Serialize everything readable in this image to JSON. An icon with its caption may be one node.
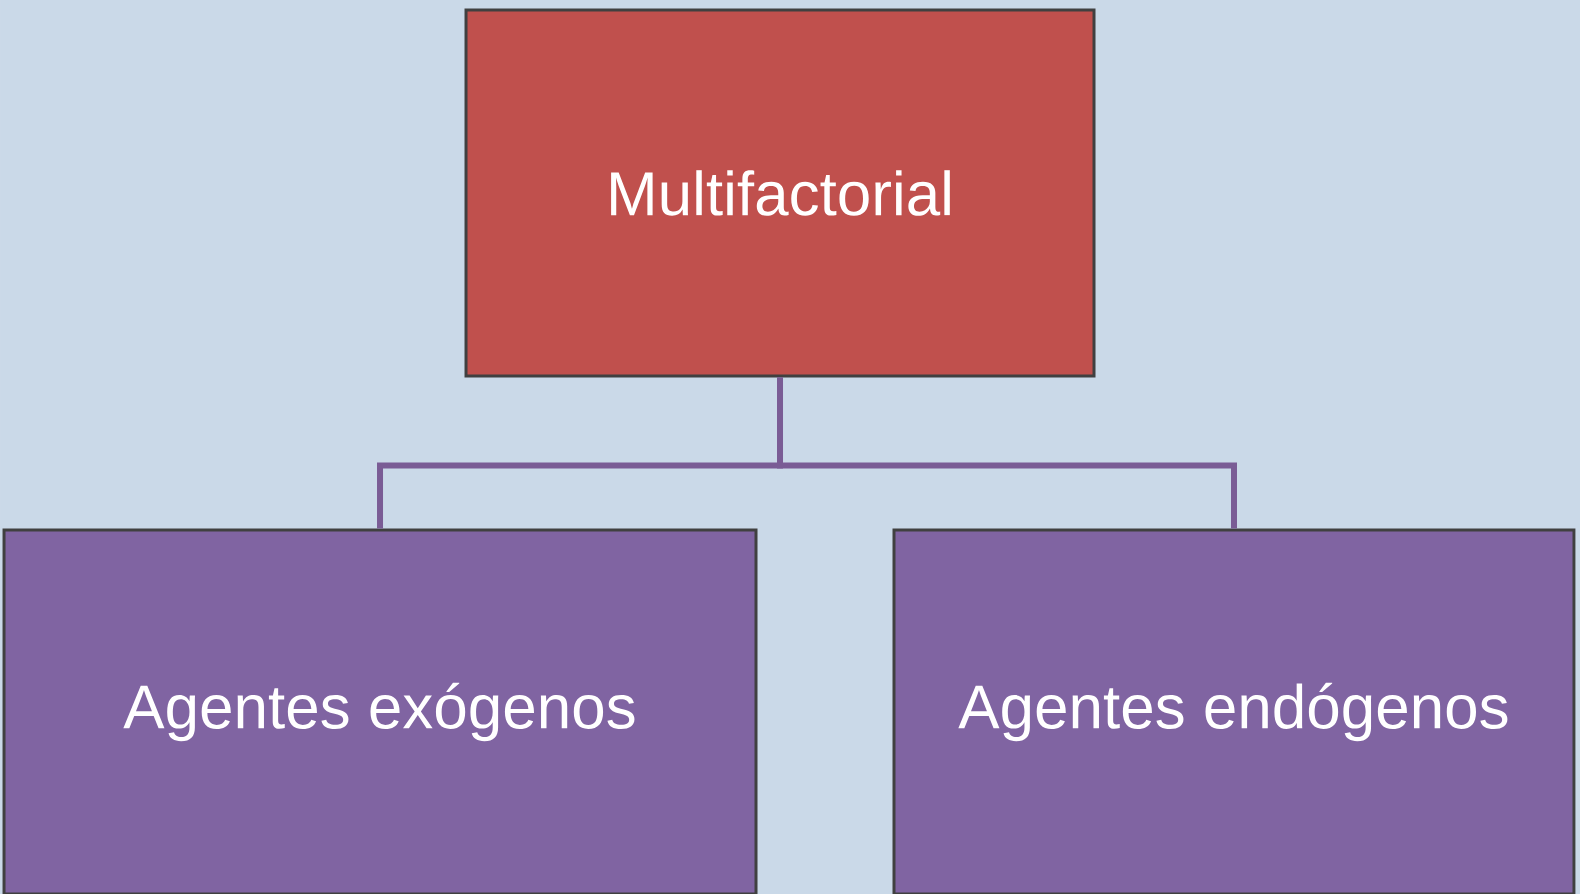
{
  "diagram": {
    "nodes": [
      {
        "text": [
          "Multifactorial"
        ]
      },
      {
        "text": [
          "Agentes exógenos"
        ]
      },
      {
        "text": [
          "Agentes endógenos"
        ]
      }
    ],
    "edges": [
      {
        "from": 0,
        "to": 1,
        "arrow": "none"
      },
      {
        "from": 0,
        "to": 2,
        "arrow": "none"
      }
    ]
  }
}
